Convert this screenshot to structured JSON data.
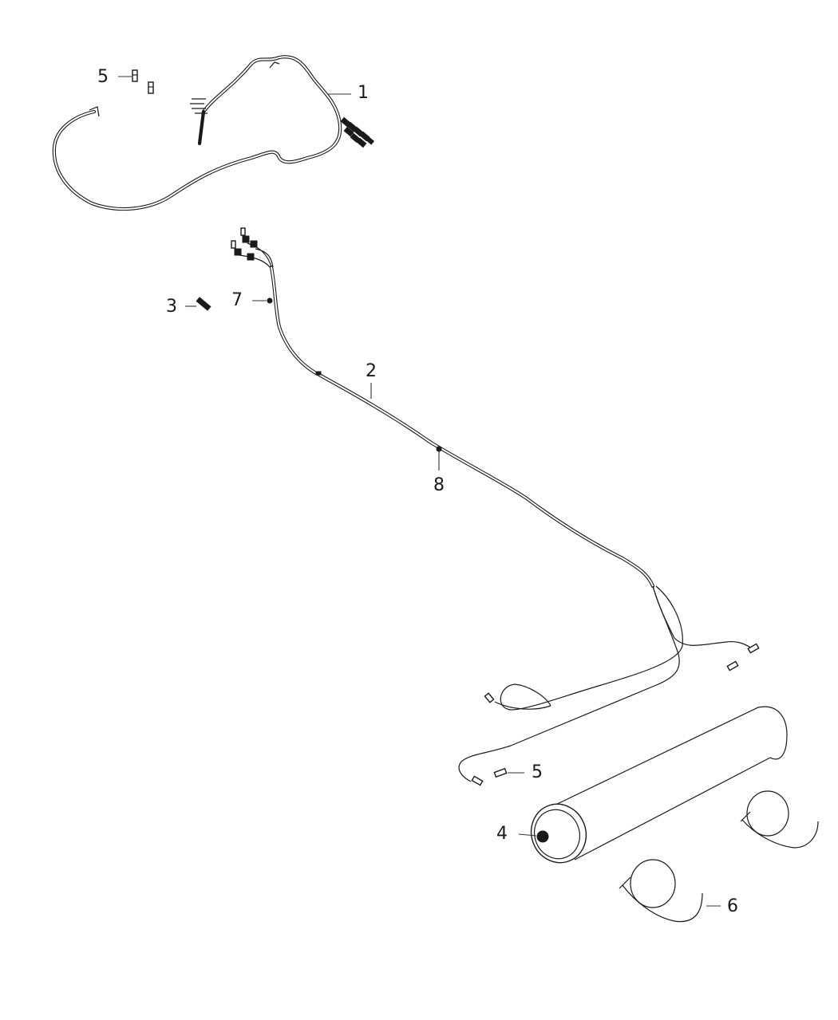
{
  "diagram": {
    "type": "exploded parts diagram",
    "subject": "Air suspension lines, reservoir tank and mounting straps",
    "callouts": [
      {
        "id": "1",
        "label": "1",
        "part": "front air line harness"
      },
      {
        "id": "2",
        "label": "2",
        "part": "rear air line harness"
      },
      {
        "id": "3",
        "label": "3",
        "part": "fitting"
      },
      {
        "id": "4",
        "label": "4",
        "part": "air reservoir tank"
      },
      {
        "id": "5a",
        "label": "5",
        "part": "connector (upper)"
      },
      {
        "id": "5b",
        "label": "5",
        "part": "connector (lower)"
      },
      {
        "id": "6",
        "label": "6",
        "part": "tank strap"
      },
      {
        "id": "7",
        "label": "7",
        "part": "clip"
      },
      {
        "id": "8",
        "label": "8",
        "part": "clip"
      }
    ]
  }
}
